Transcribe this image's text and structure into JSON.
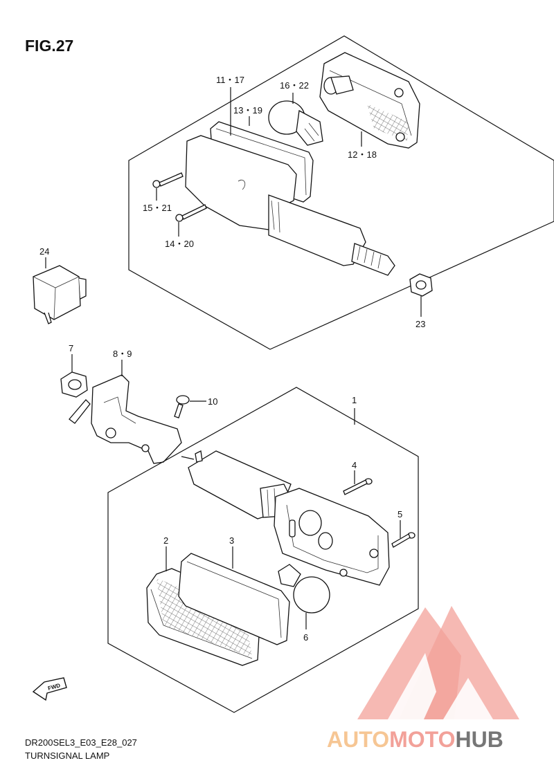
{
  "figure": {
    "title": "FIG.27",
    "code": "DR200SEL3_E03_E28_027",
    "name": "TURNSIGNAL LAMP"
  },
  "callouts": {
    "c_11_17": "11・17",
    "c_16_22": "16・22",
    "c_13_19": "13・19",
    "c_12_18": "12・18",
    "c_15_21": "15・21",
    "c_14_20": "14・20",
    "c_24": "24",
    "c_23": "23",
    "c_7": "7",
    "c_8_9": "8・9",
    "c_10": "10",
    "c_1": "1",
    "c_4": "4",
    "c_5": "5",
    "c_2": "2",
    "c_3": "3",
    "c_6": "6"
  },
  "fwd_label": "FWD",
  "watermark": {
    "part_a": "AUTO",
    "part_b": "MOTO",
    "part_c": "HUB",
    "color_a": "#f5b87a",
    "color_b": "#f08a80",
    "color_c": "#555555"
  }
}
